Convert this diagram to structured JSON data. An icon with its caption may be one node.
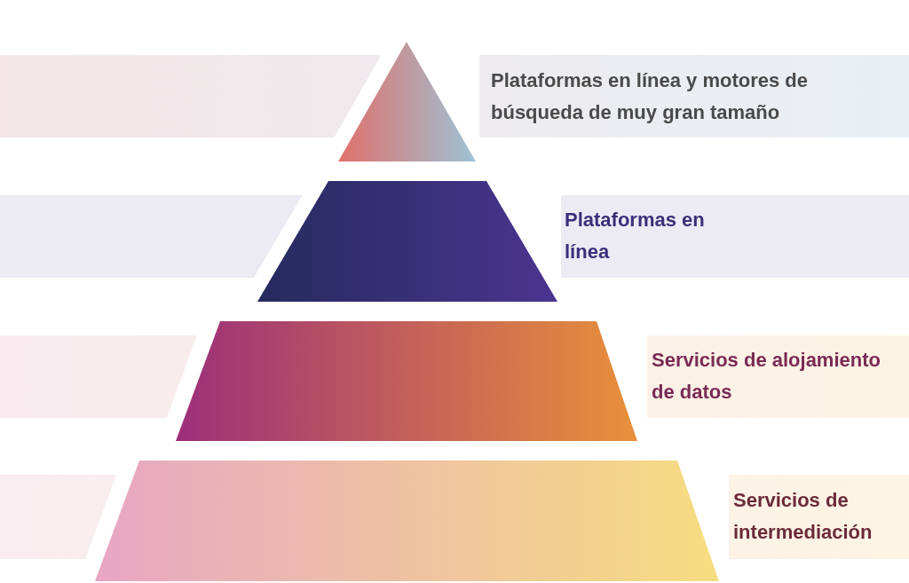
{
  "diagram": {
    "nodes": [
      {
        "text": [
          "Plataformas en línea y motores de búsqueda de muy gran tamaño"
        ]
      },
      {
        "text": [
          "Plataformas en línea"
        ]
      },
      {
        "text": [
          "Servicios de alojamiento de datos"
        ]
      },
      {
        "text": [
          "Servicios de intermediación"
        ]
      }
    ]
  }
}
